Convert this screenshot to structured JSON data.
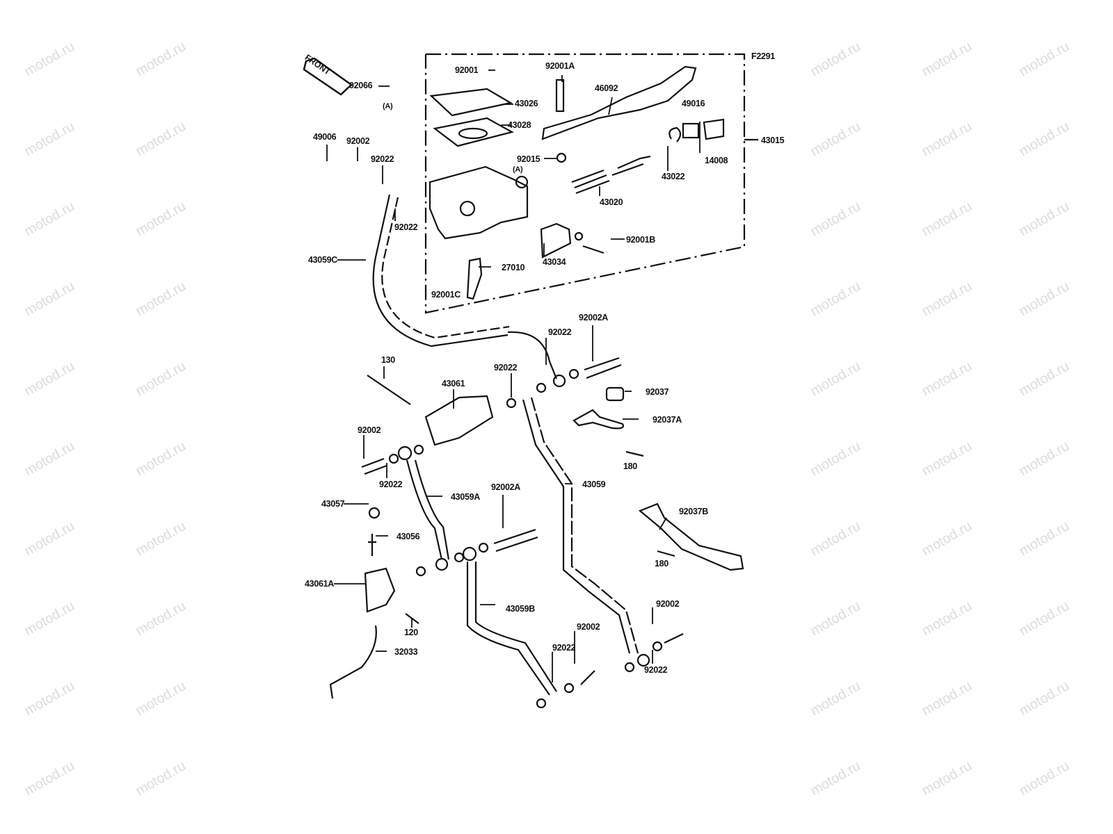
{
  "watermark": "motod.ru",
  "figure_code": "F2291",
  "front_label": "FRONT",
  "ref_marker": "(A)",
  "parts": [
    "92001",
    "92001A",
    "46092",
    "92066",
    "43026",
    "49016",
    "49006",
    "43028",
    "92002",
    "92022",
    "43015",
    "14008",
    "92015",
    "43022",
    "43020",
    "92022",
    "92001B",
    "43059C",
    "43034",
    "27010",
    "92001C",
    "92022",
    "92002A",
    "130",
    "92022",
    "43061",
    "92037",
    "92037A",
    "92002",
    "180",
    "43059",
    "92022",
    "43059A",
    "92002A",
    "43057",
    "92037B",
    "43056",
    "180",
    "43061A",
    "43059B",
    "120",
    "92002",
    "92002",
    "92022",
    "92022",
    "32033"
  ]
}
